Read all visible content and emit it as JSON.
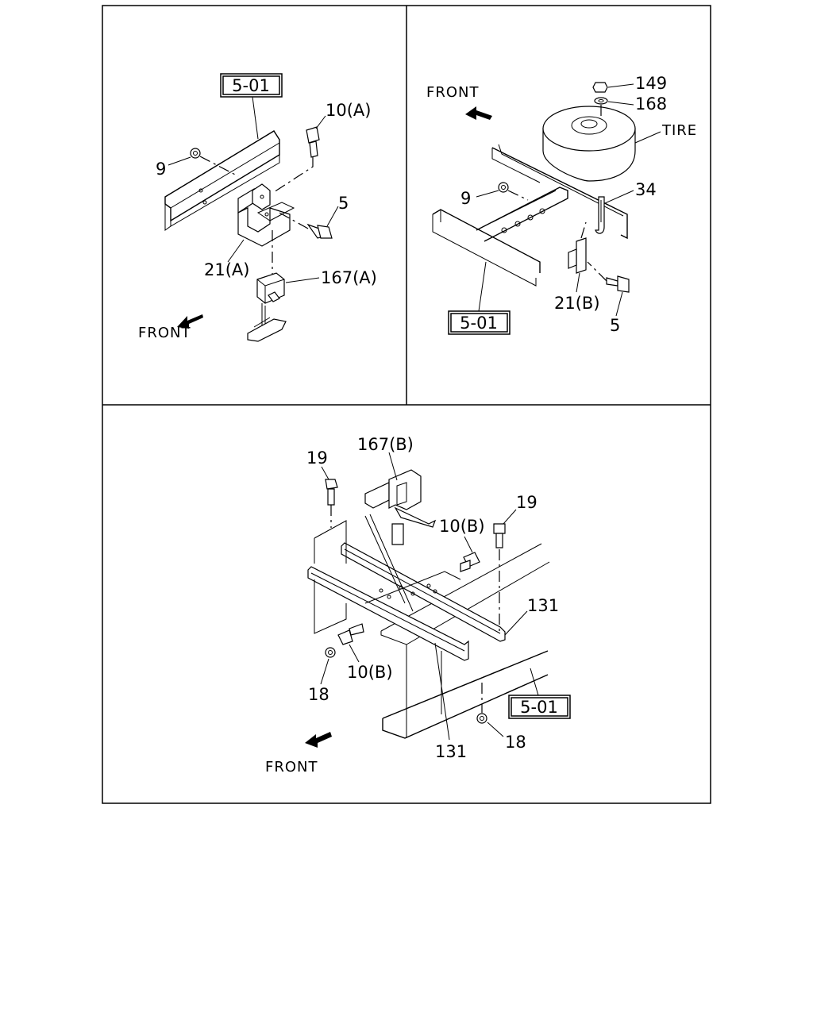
{
  "panels": {
    "top_left": {
      "ref_box": "5-01",
      "callouts": {
        "bolt_10a": "10(A)",
        "nut_9": "9",
        "bolt_5": "5",
        "bracket_21a": "21(A)",
        "sensor_167a": "167(A)"
      },
      "front": "FRONT"
    },
    "top_right": {
      "front": "FRONT",
      "ref_box": "5-01",
      "callouts": {
        "nut_149": "149",
        "washer_168": "168",
        "tire": "TIRE",
        "nut_9": "9",
        "hook_34": "34",
        "bracket_21b": "21(B)",
        "bolt_5": "5"
      }
    },
    "bottom": {
      "ref_box": "5-01",
      "callouts": {
        "sensor_167b": "167(B)",
        "bolt_19_left": "19",
        "bolt_19_right": "19",
        "bolt_10b_upper": "10(B)",
        "bolt_10b_lower": "10(B)",
        "rail_131_right": "131",
        "rail_131_bottom": "131",
        "nut_18_left": "18",
        "nut_18_right": "18"
      },
      "front": "FRONT"
    }
  },
  "colors": {
    "line": "#000000",
    "background": "#ffffff"
  }
}
